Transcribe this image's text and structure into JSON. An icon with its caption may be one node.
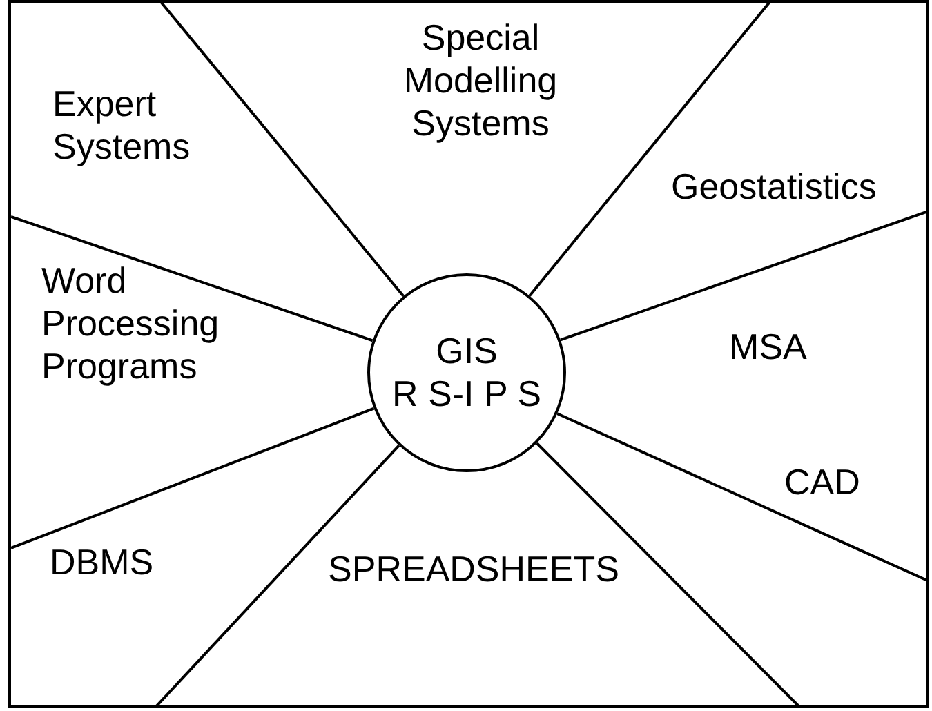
{
  "diagram": {
    "nodes": [
      {
        "text": [
          "Expert Systems"
        ]
      },
      {
        "text": [
          "Special Modelling Systems"
        ]
      },
      {
        "text": [
          "Geostatistics"
        ]
      },
      {
        "text": [
          "Word Processing Programs"
        ]
      },
      {
        "text": [
          "GIS",
          "R S-I P S"
        ]
      },
      {
        "text": [
          "MSA"
        ]
      },
      {
        "text": [
          "DBMS"
        ]
      },
      {
        "text": [
          "CAD"
        ]
      },
      {
        "text": [
          "SPREADSHEETS"
        ]
      }
    ]
  }
}
